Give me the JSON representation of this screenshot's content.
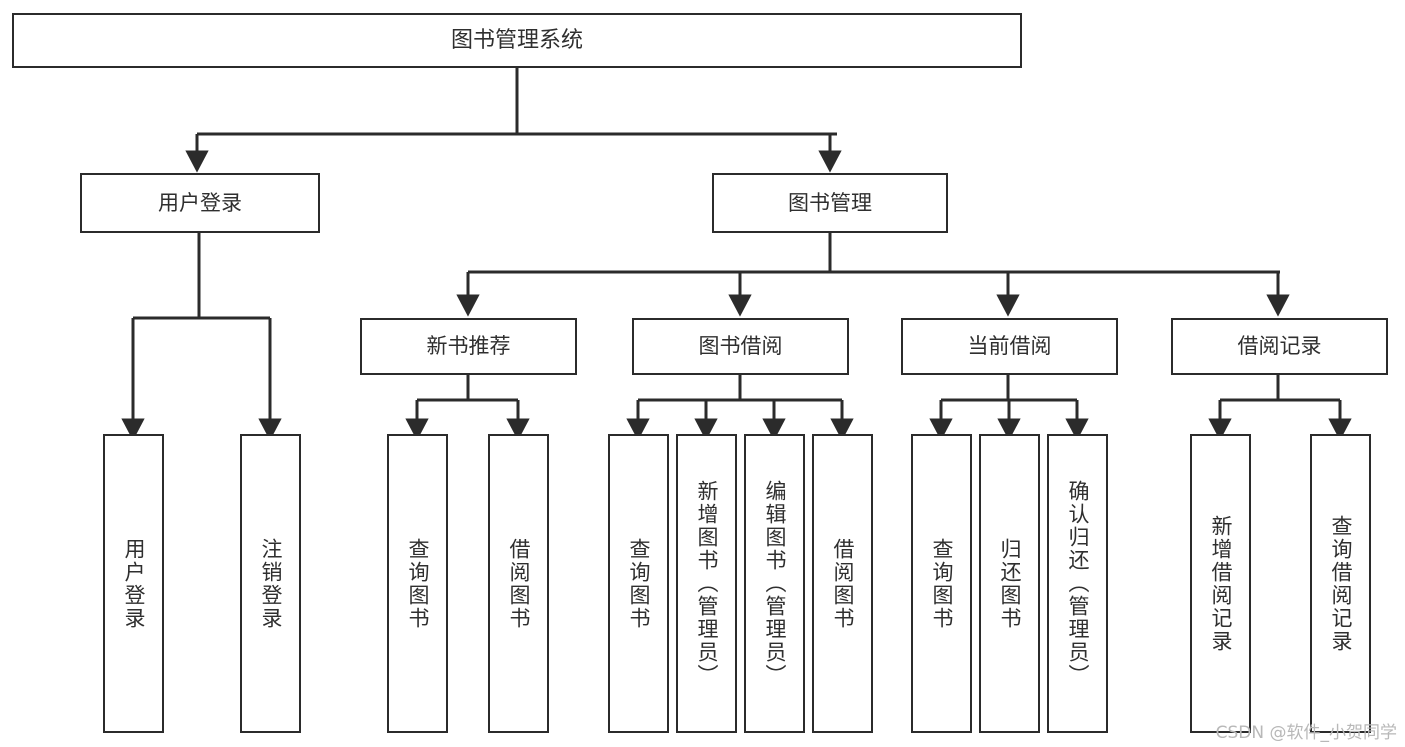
{
  "diagram": {
    "title": "图书管理系统",
    "type": "tree-hierarchy",
    "root": {
      "id": "root",
      "label": "图书管理系统"
    },
    "level1": [
      {
        "id": "user-login",
        "label": "用户登录"
      },
      {
        "id": "book-manage",
        "label": "图书管理"
      }
    ],
    "level2": [
      {
        "id": "new-book-recommend",
        "label": "新书推荐",
        "parent": "book-manage"
      },
      {
        "id": "book-borrow",
        "label": "图书借阅",
        "parent": "book-manage"
      },
      {
        "id": "current-borrow",
        "label": "当前借阅",
        "parent": "book-manage"
      },
      {
        "id": "borrow-record",
        "label": "借阅记录",
        "parent": "book-manage"
      }
    ],
    "leaves": [
      {
        "id": "leaf-user-login",
        "label": "用户登录",
        "parent": "user-login"
      },
      {
        "id": "leaf-logout",
        "label": "注销登录",
        "parent": "user-login"
      },
      {
        "id": "leaf-query-book-1",
        "label": "查询图书",
        "parent": "new-book-recommend"
      },
      {
        "id": "leaf-borrow-book-1",
        "label": "借阅图书",
        "parent": "new-book-recommend"
      },
      {
        "id": "leaf-query-book-2",
        "label": "查询图书",
        "parent": "book-borrow"
      },
      {
        "id": "leaf-add-book",
        "label": "新增图书（管理员）",
        "parent": "book-borrow"
      },
      {
        "id": "leaf-edit-book",
        "label": "编辑图书（管理员）",
        "parent": "book-borrow"
      },
      {
        "id": "leaf-borrow-book-2",
        "label": "借阅图书",
        "parent": "book-borrow"
      },
      {
        "id": "leaf-query-book-3",
        "label": "查询图书",
        "parent": "current-borrow"
      },
      {
        "id": "leaf-return-book",
        "label": "归还图书",
        "parent": "current-borrow"
      },
      {
        "id": "leaf-confirm-return",
        "label": "确认归还（管理员）",
        "parent": "current-borrow"
      },
      {
        "id": "leaf-add-record",
        "label": "新增借阅记录",
        "parent": "borrow-record"
      },
      {
        "id": "leaf-query-record",
        "label": "查询借阅记录",
        "parent": "borrow-record"
      }
    ],
    "watermark": "CSDN @软件_小贺同学",
    "colors": {
      "stroke": "#2b2b2b",
      "fill": "#ffffff",
      "text": "#2f2f2f",
      "watermark": "#b8b8b8"
    }
  }
}
